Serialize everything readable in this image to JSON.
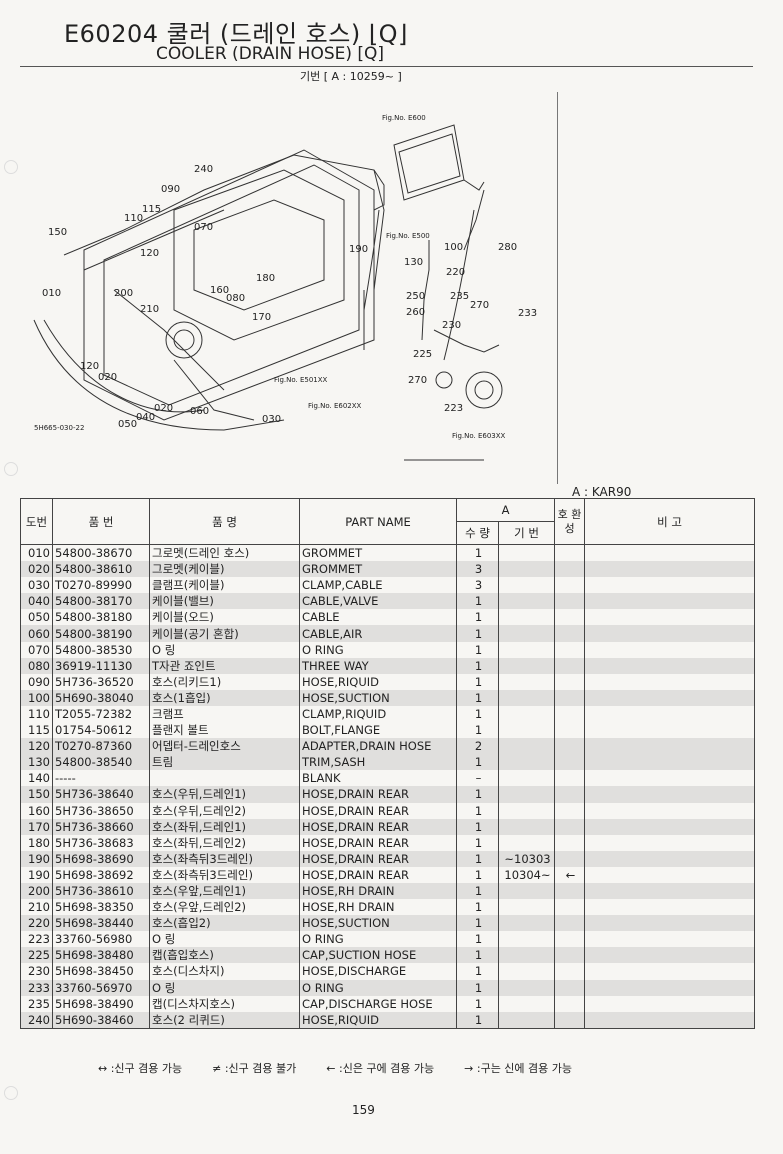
{
  "header": {
    "title_ko": "E60204 쿨러 (드레인 호스) ⌊Q⌋",
    "title_en": "COOLER (DRAIN HOSE) [Q]",
    "serial": "기번 [ A : 10259~ ]"
  },
  "diagram": {
    "code": "5H665-030-22",
    "fig_refs": [
      "Fig.No. E600",
      "Fig.No. E500",
      "Fig.No. E501XX",
      "Fig.No. E602XX",
      "Fig.No. E603XX"
    ],
    "callouts": [
      "240",
      "090",
      "115",
      "110",
      "150",
      "070",
      "120",
      "010",
      "200",
      "210",
      "160",
      "080",
      "180",
      "190",
      "170",
      "120",
      "020",
      "020",
      "040",
      "050",
      "060",
      "030",
      "100",
      "280",
      "130",
      "220",
      "250",
      "260",
      "235",
      "270",
      "233",
      "230",
      "225",
      "270",
      "223"
    ]
  },
  "table": {
    "model_label": "A : KAR90",
    "headers": {
      "col_no": "도번",
      "col_part_no": "품 번",
      "col_name_ko": "품 명",
      "col_name_en": "PART NAME",
      "col_a": "A",
      "col_qty": "수 량",
      "col_serial": "기 번",
      "col_interchange": "호 환 성",
      "col_remarks": "비 고"
    },
    "rows": [
      {
        "no": "010",
        "part": "54800-38670",
        "ko": "그로멧(드레인 호스)",
        "en": "GROMMET",
        "qty": "1",
        "serial": "",
        "ic": ""
      },
      {
        "no": "020",
        "part": "54800-38610",
        "ko": "그로멧(케이블)",
        "en": "GROMMET",
        "qty": "3",
        "serial": "",
        "ic": ""
      },
      {
        "no": "030",
        "part": "T0270-89990",
        "ko": "클램프(케이블)",
        "en": "CLAMP,CABLE",
        "qty": "3",
        "serial": "",
        "ic": ""
      },
      {
        "no": "040",
        "part": "54800-38170",
        "ko": "케이블(밸브)",
        "en": "CABLE,VALVE",
        "qty": "1",
        "serial": "",
        "ic": ""
      },
      {
        "no": "050",
        "part": "54800-38180",
        "ko": "케이블(오드)",
        "en": "CABLE",
        "qty": "1",
        "serial": "",
        "ic": ""
      },
      {
        "no": "060",
        "part": "54800-38190",
        "ko": "케이블(공기 혼합)",
        "en": "CABLE,AIR",
        "qty": "1",
        "serial": "",
        "ic": ""
      },
      {
        "no": "070",
        "part": "54800-38530",
        "ko": "O 링",
        "en": "O RING",
        "qty": "1",
        "serial": "",
        "ic": ""
      },
      {
        "no": "080",
        "part": "36919-11130",
        "ko": "T자관 죠인트",
        "en": "THREE WAY",
        "qty": "1",
        "serial": "",
        "ic": ""
      },
      {
        "no": "090",
        "part": "5H736-36520",
        "ko": "호스(리키드1)",
        "en": "HOSE,RIQUID",
        "qty": "1",
        "serial": "",
        "ic": ""
      },
      {
        "no": "100",
        "part": "5H690-38040",
        "ko": "호스(1흡입)",
        "en": "HOSE,SUCTION",
        "qty": "1",
        "serial": "",
        "ic": ""
      },
      {
        "no": "110",
        "part": "T2055-72382",
        "ko": "크램프",
        "en": "CLAMP,RIQUID",
        "qty": "1",
        "serial": "",
        "ic": ""
      },
      {
        "no": "115",
        "part": "01754-50612",
        "ko": "플랜지 볼트",
        "en": "BOLT,FLANGE",
        "qty": "1",
        "serial": "",
        "ic": ""
      },
      {
        "no": "120",
        "part": "T0270-87360",
        "ko": "어뎁터-드레인호스",
        "en": "ADAPTER,DRAIN HOSE",
        "qty": "2",
        "serial": "",
        "ic": ""
      },
      {
        "no": "130",
        "part": "54800-38540",
        "ko": "트림",
        "en": "TRIM,SASH",
        "qty": "1",
        "serial": "",
        "ic": ""
      },
      {
        "no": "140",
        "part": "-----",
        "ko": "",
        "en": "BLANK",
        "qty": "–",
        "serial": "",
        "ic": ""
      },
      {
        "no": "150",
        "part": "5H736-38640",
        "ko": "호스(우뒤,드레인1)",
        "en": "HOSE,DRAIN REAR",
        "qty": "1",
        "serial": "",
        "ic": ""
      },
      {
        "no": "160",
        "part": "5H736-38650",
        "ko": "호스(우뒤,드레인2)",
        "en": "HOSE,DRAIN REAR",
        "qty": "1",
        "serial": "",
        "ic": ""
      },
      {
        "no": "170",
        "part": "5H736-38660",
        "ko": "호스(좌뒤,드레인1)",
        "en": "HOSE,DRAIN REAR",
        "qty": "1",
        "serial": "",
        "ic": ""
      },
      {
        "no": "180",
        "part": "5H736-38683",
        "ko": "호스(좌뒤,드레인2)",
        "en": "HOSE,DRAIN REAR",
        "qty": "1",
        "serial": "",
        "ic": ""
      },
      {
        "no": "190",
        "part": "5H698-38690",
        "ko": "호스(좌측뒤3드레인)",
        "en": "HOSE,DRAIN REAR",
        "qty": "1",
        "serial": "~10303",
        "ic": ""
      },
      {
        "no": "190",
        "part": "5H698-38692",
        "ko": "호스(좌측뒤3드레인)",
        "en": "HOSE,DRAIN REAR",
        "qty": "1",
        "serial": "10304~",
        "ic": "←"
      },
      {
        "no": "200",
        "part": "5H736-38610",
        "ko": "호스(우앞,드레인1)",
        "en": "HOSE,RH DRAIN",
        "qty": "1",
        "serial": "",
        "ic": ""
      },
      {
        "no": "210",
        "part": "5H698-38350",
        "ko": "호스(우앞,드레인2)",
        "en": "HOSE,RH DRAIN",
        "qty": "1",
        "serial": "",
        "ic": ""
      },
      {
        "no": "220",
        "part": "5H698-38440",
        "ko": "호스(흡입2)",
        "en": "HOSE,SUCTION",
        "qty": "1",
        "serial": "",
        "ic": ""
      },
      {
        "no": "223",
        "part": "33760-56980",
        "ko": "O 링",
        "en": "O RING",
        "qty": "1",
        "serial": "",
        "ic": ""
      },
      {
        "no": "225",
        "part": "5H698-38480",
        "ko": "캡(흡입호스)",
        "en": "CAP,SUCTION HOSE",
        "qty": "1",
        "serial": "",
        "ic": ""
      },
      {
        "no": "230",
        "part": "5H698-38450",
        "ko": "호스(디스차지)",
        "en": "HOSE,DISCHARGE",
        "qty": "1",
        "serial": "",
        "ic": ""
      },
      {
        "no": "233",
        "part": "33760-56970",
        "ko": "O 링",
        "en": "O RING",
        "qty": "1",
        "serial": "",
        "ic": ""
      },
      {
        "no": "235",
        "part": "5H698-38490",
        "ko": "캡(디스차지호스)",
        "en": "CAP,DISCHARGE HOSE",
        "qty": "1",
        "serial": "",
        "ic": ""
      },
      {
        "no": "240",
        "part": "5H690-38460",
        "ko": "호스(2 리퀴드)",
        "en": "HOSE,RIQUID",
        "qty": "1",
        "serial": "",
        "ic": ""
      }
    ]
  },
  "legend": [
    "↔ :신구 겸용 가능",
    "≠ :신구 겸용 불가",
    "← :신은 구에 겸용 가능",
    "→ :구는 신에 겸용 가능"
  ],
  "page_number": "159"
}
